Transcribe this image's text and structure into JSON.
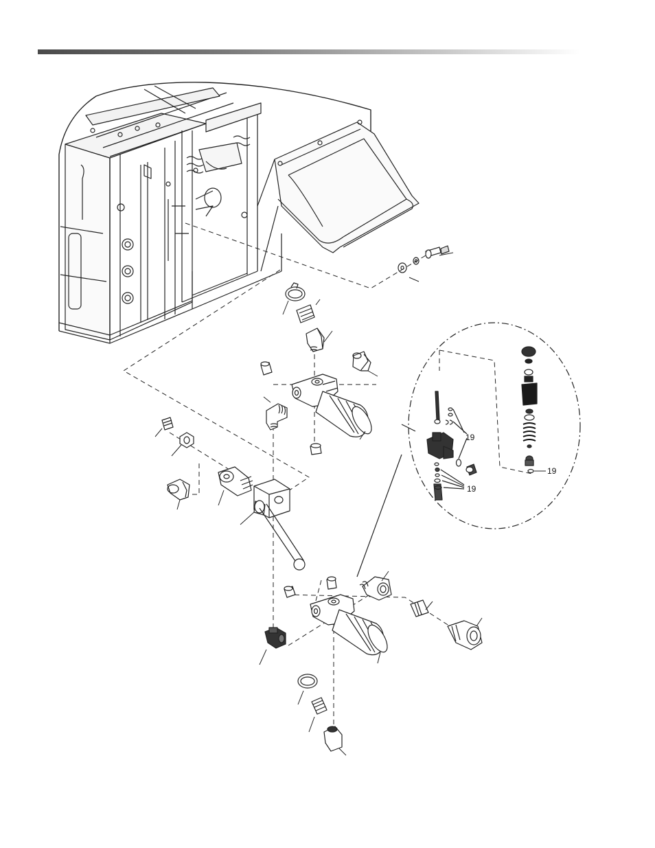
{
  "diagram": {
    "detail_callouts": [
      {
        "label": "19"
      },
      {
        "label": "19"
      },
      {
        "label": "19"
      }
    ]
  }
}
